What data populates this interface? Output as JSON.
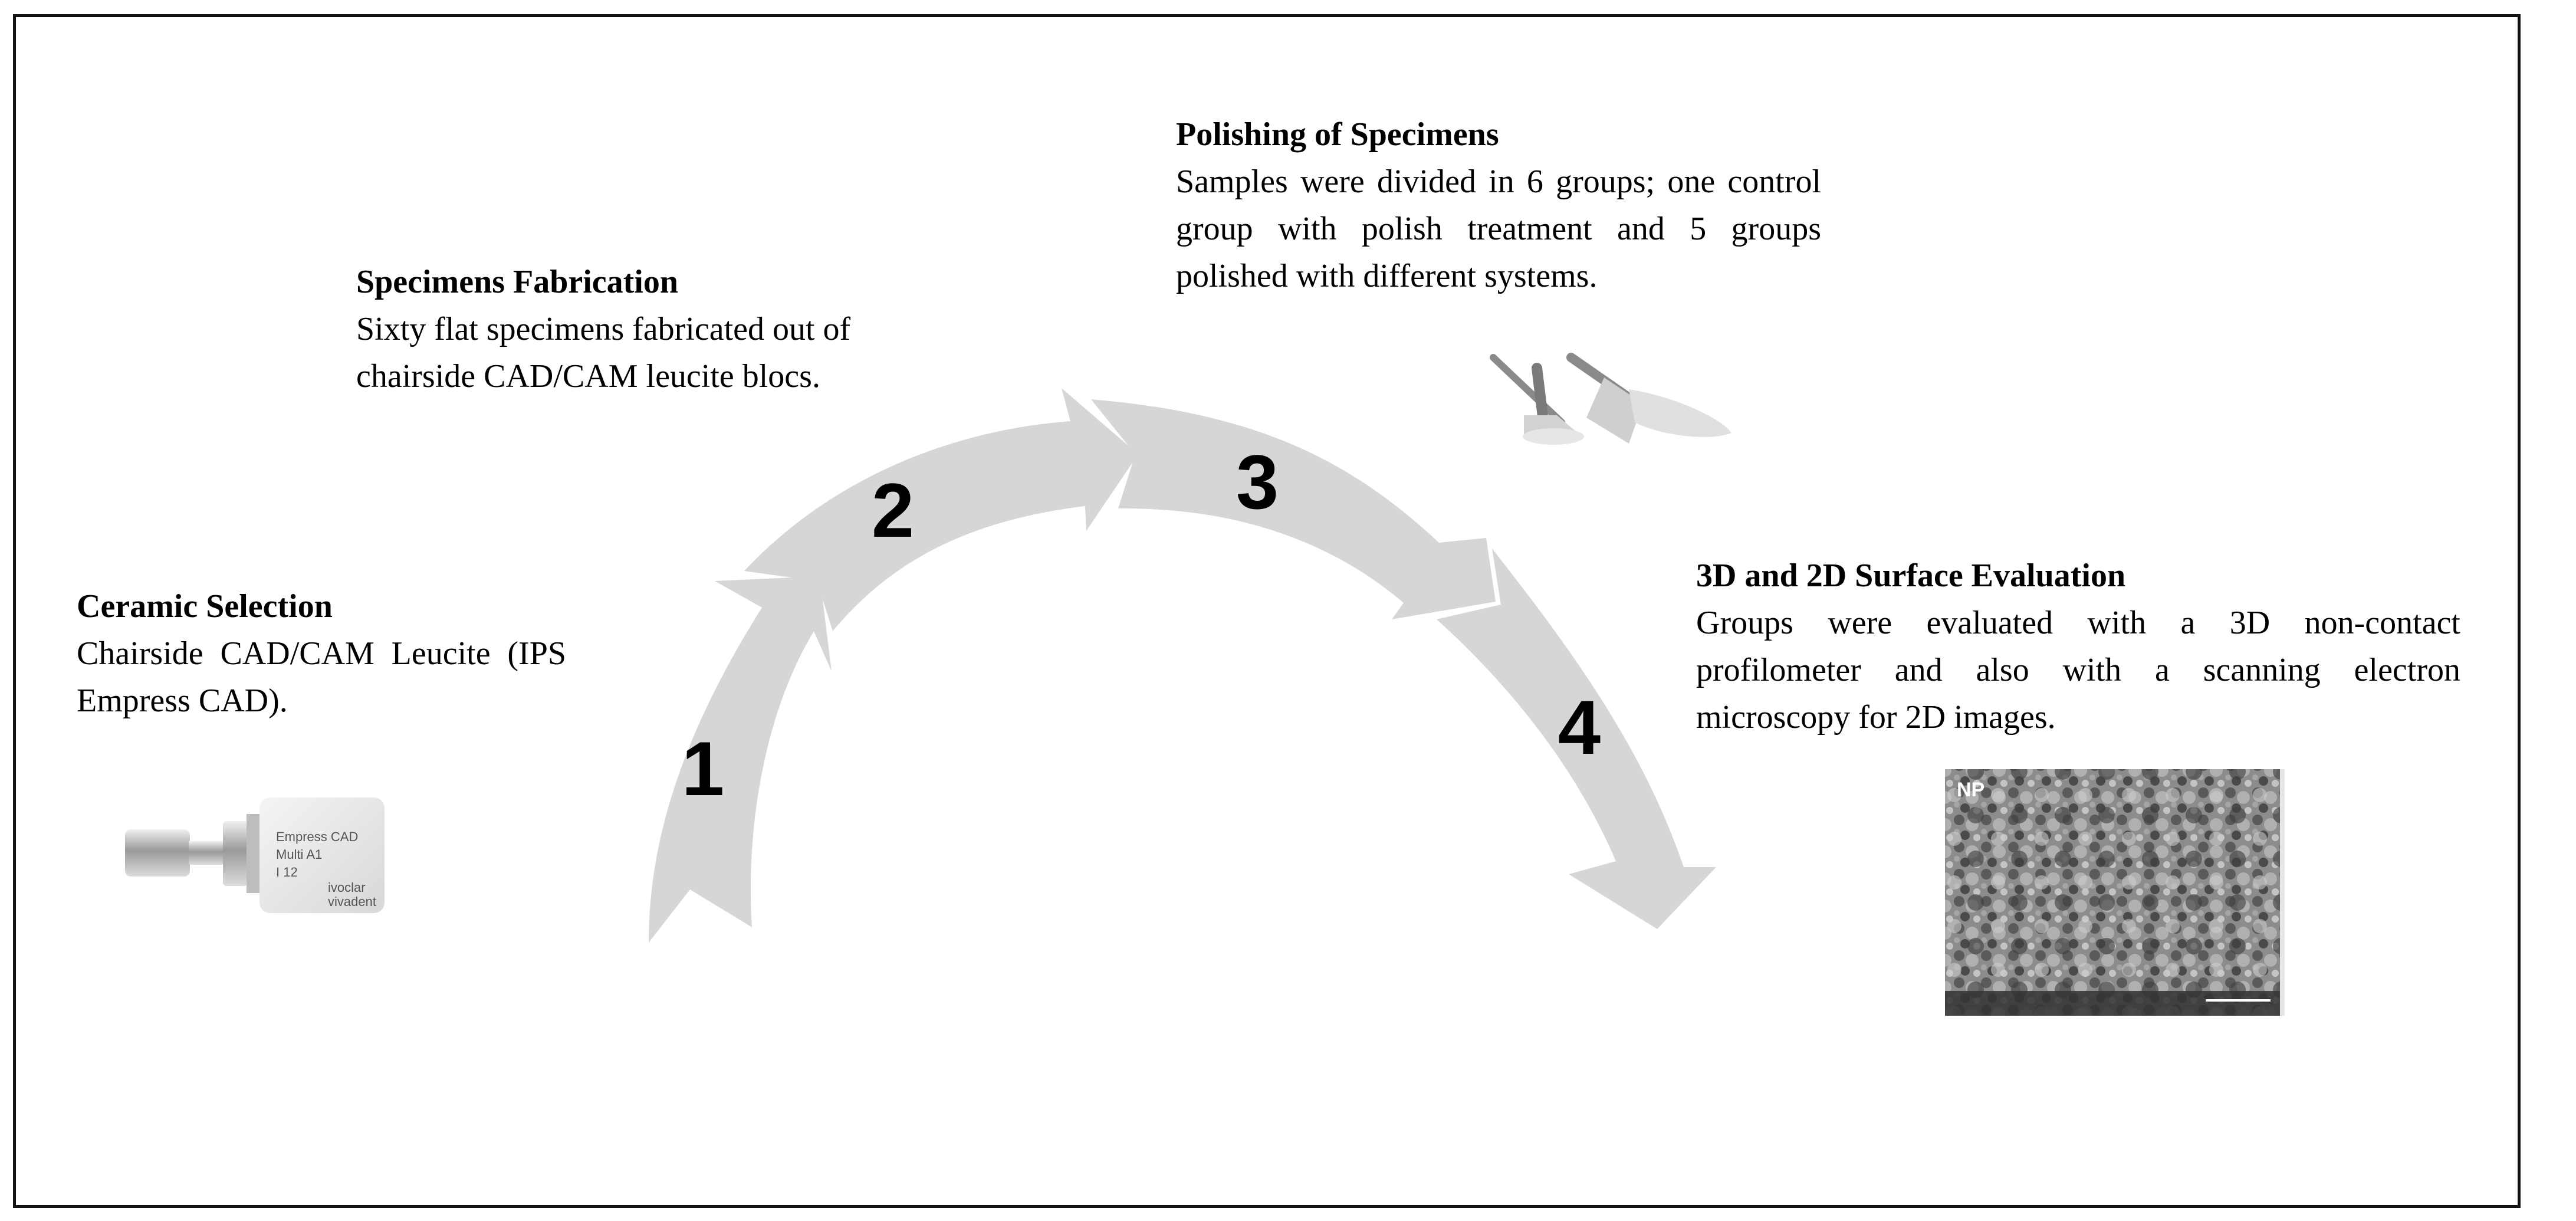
{
  "steps": [
    {
      "number": "1",
      "title": "Ceramic Selection",
      "description": "Chairside CAD/CAM Leucite (IPS Empress CAD)."
    },
    {
      "number": "2",
      "title": "Specimens Fabrication",
      "description": "Sixty flat specimens fabricated out of chairside CAD/CAM leucite blocs."
    },
    {
      "number": "3",
      "title": "Polishing of Specimens",
      "description": "Samples were divided in 6 groups; one control group with polish treatment and 5 groups polished with different systems."
    },
    {
      "number": "4",
      "title": "3D and 2D Surface Evaluation",
      "description": "Groups were evaluated with a 3D non-contact profilometer and also with a scanning electron microscopy for 2D images."
    }
  ],
  "block_labels": {
    "line1": "Empress CAD",
    "line2": "Multi A1",
    "line3": "I 12",
    "brand1": "ivoclar",
    "brand2": "vivadent"
  },
  "micrograph_label": "NP",
  "colors": {
    "arrow": "#d6d6d6",
    "frame": "#111111",
    "text": "#000000"
  },
  "icons": [
    "ceramic-block-icon",
    "polishing-tools-icon",
    "sem-micrograph-icon"
  ]
}
